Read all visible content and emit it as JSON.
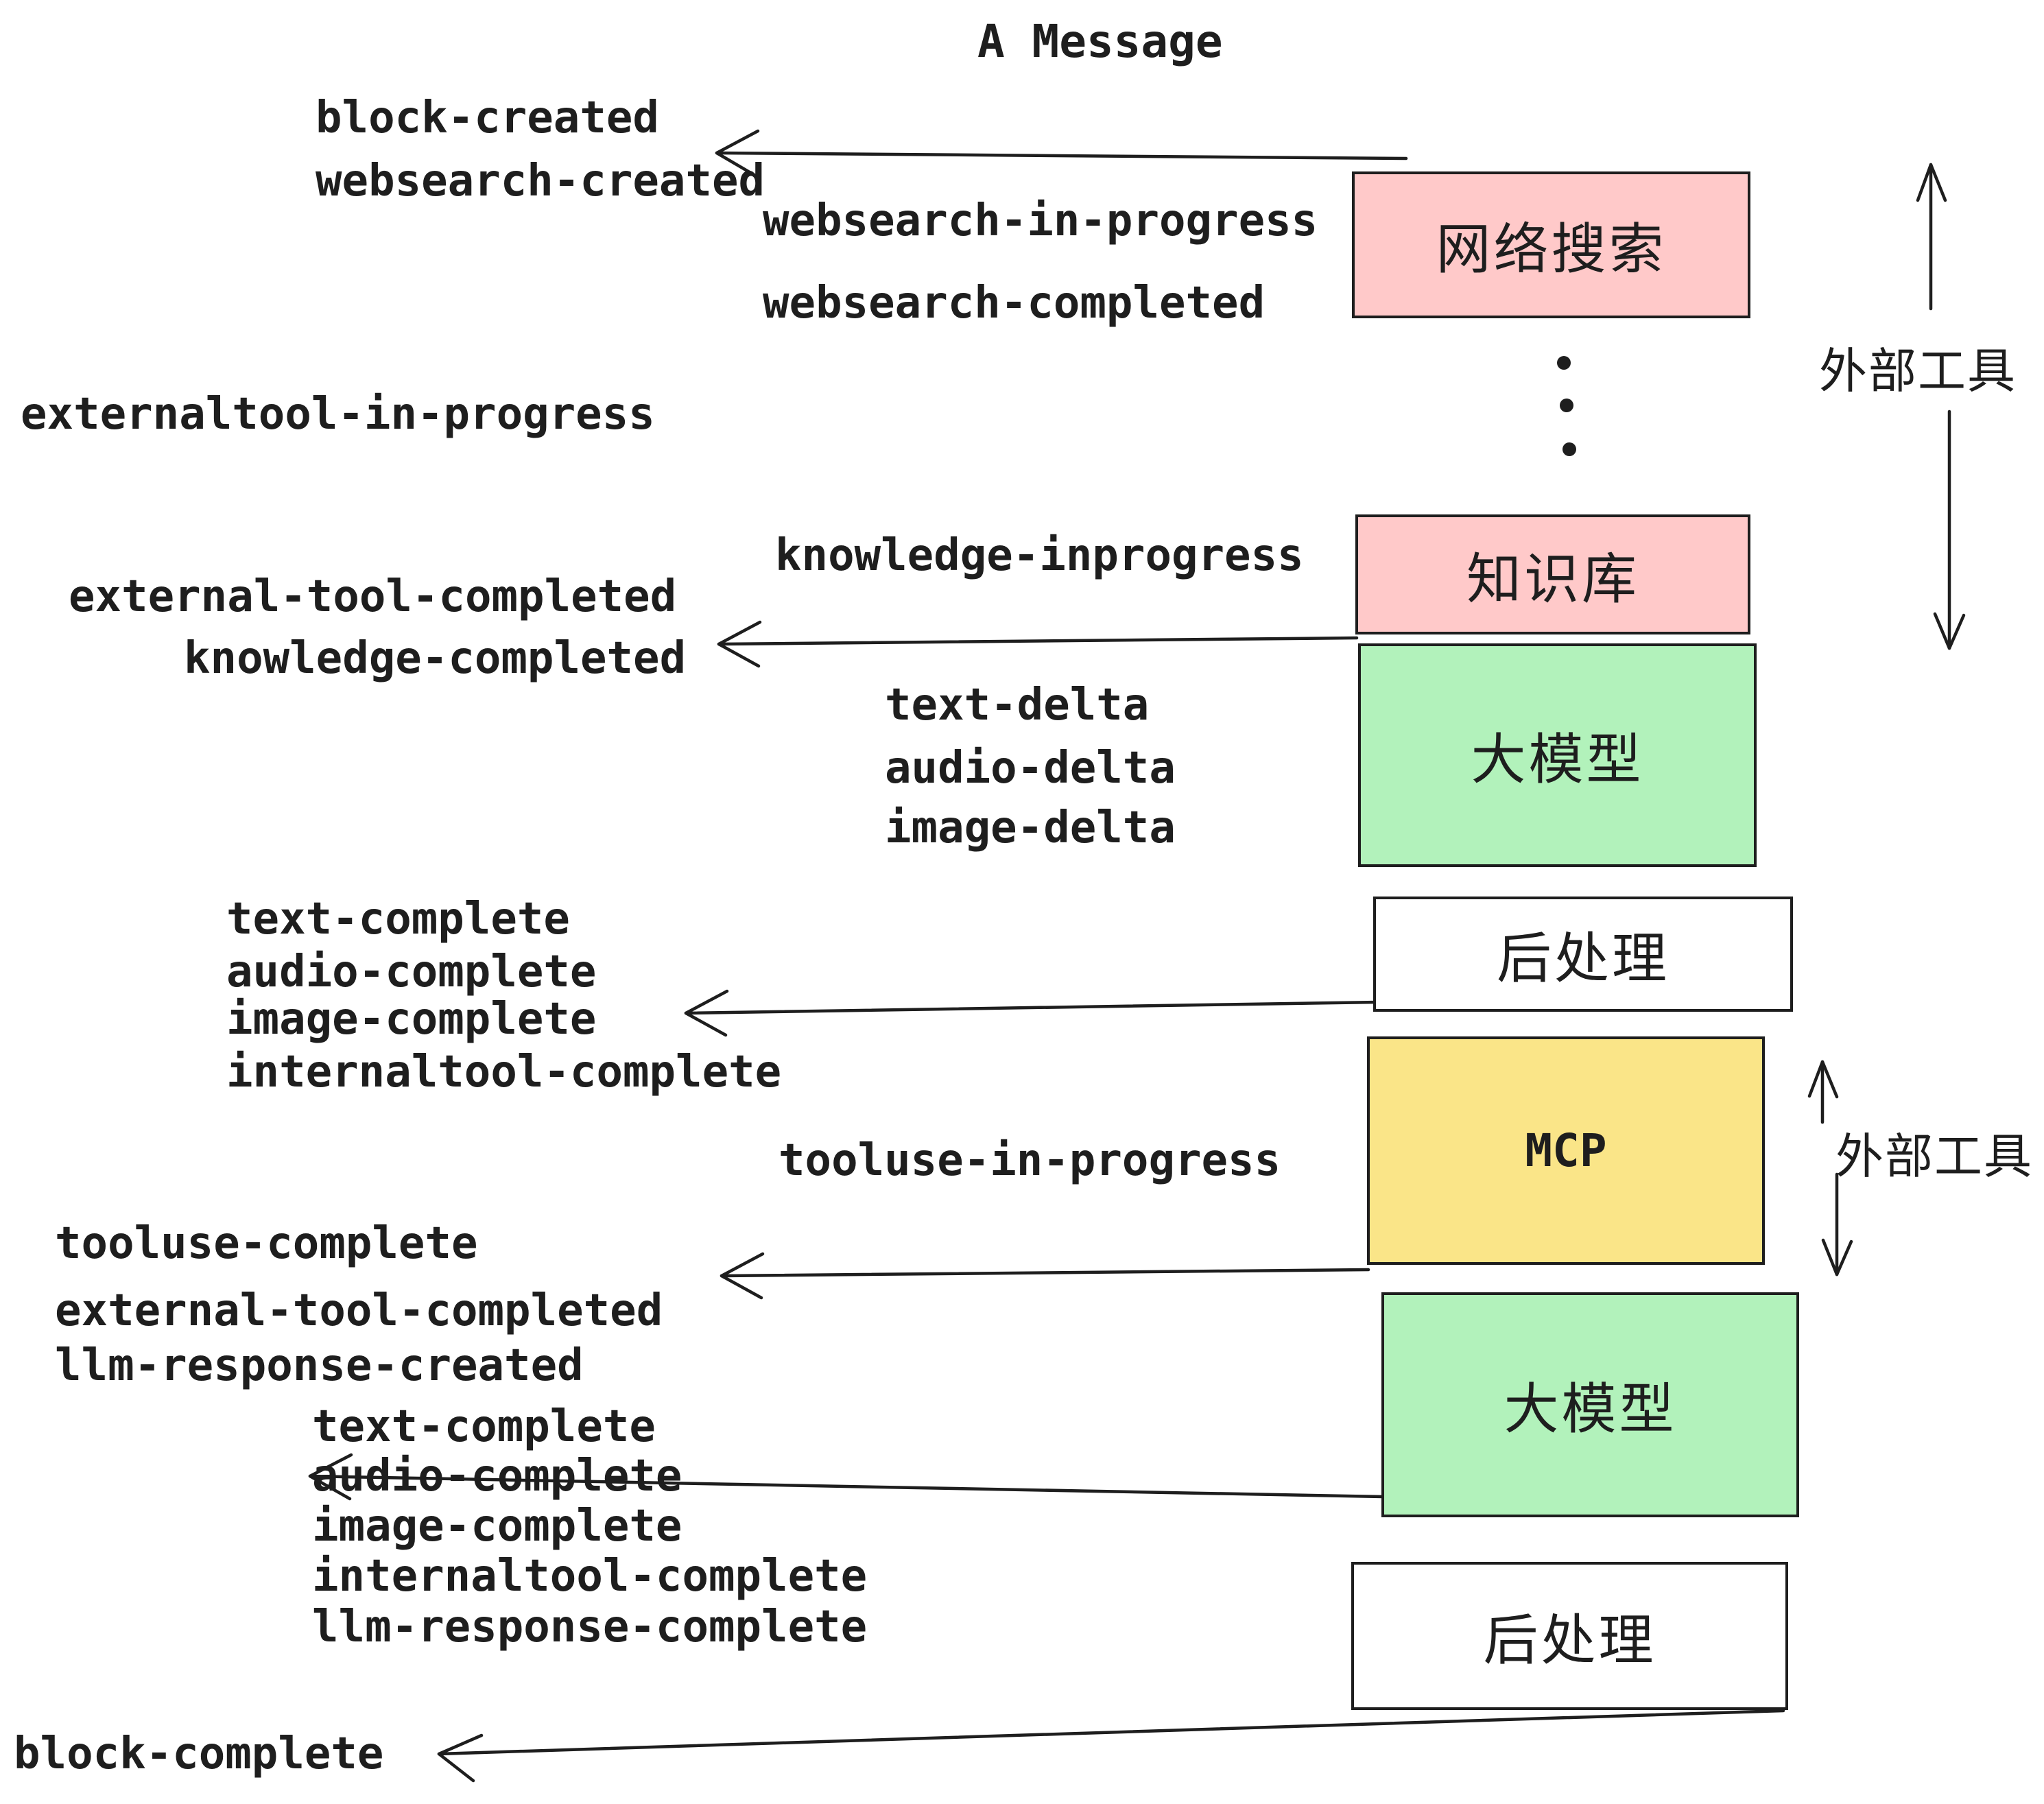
{
  "title": "A Message",
  "colors": {
    "pink": "#ffc9c9",
    "green": "#b2f2bb",
    "yellow": "#fae588",
    "white": "#ffffff",
    "stroke": "#1e1e1e",
    "background": "#ffffff"
  },
  "nodes": [
    {
      "label": "网络搜索",
      "fill": "pink"
    },
    {
      "label": "知识库",
      "fill": "pink"
    },
    {
      "label": "大模型",
      "fill": "green"
    },
    {
      "label": "后处理",
      "fill": "white"
    },
    {
      "label": "MCP",
      "fill": "yellow"
    },
    {
      "label": "大模型",
      "fill": "green"
    },
    {
      "label": "后处理",
      "fill": "white"
    }
  ],
  "side_labels": [
    {
      "text": "外部工具"
    },
    {
      "text": "外部工具"
    }
  ],
  "events": [
    {
      "text": "block-created"
    },
    {
      "text": "websearch-created"
    },
    {
      "text": "websearch-in-progress"
    },
    {
      "text": "websearch-completed"
    },
    {
      "text": "externaltool-in-progress"
    },
    {
      "text": "knowledge-inprogress"
    },
    {
      "text": "external-tool-completed"
    },
    {
      "text": "knowledge-completed"
    },
    {
      "text": "text-delta"
    },
    {
      "text": "audio-delta"
    },
    {
      "text": "image-delta"
    },
    {
      "text": "text-complete"
    },
    {
      "text": "audio-complete"
    },
    {
      "text": "image-complete"
    },
    {
      "text": "internaltool-complete"
    },
    {
      "text": "tooluse-in-progress"
    },
    {
      "text": "tooluse-complete"
    },
    {
      "text": "external-tool-completed"
    },
    {
      "text": "llm-response-created"
    },
    {
      "text": "text-complete"
    },
    {
      "text": "audio-complete"
    },
    {
      "text": "image-complete"
    },
    {
      "text": "internaltool-complete"
    },
    {
      "text": "llm-response-complete"
    },
    {
      "text": "block-complete"
    }
  ]
}
